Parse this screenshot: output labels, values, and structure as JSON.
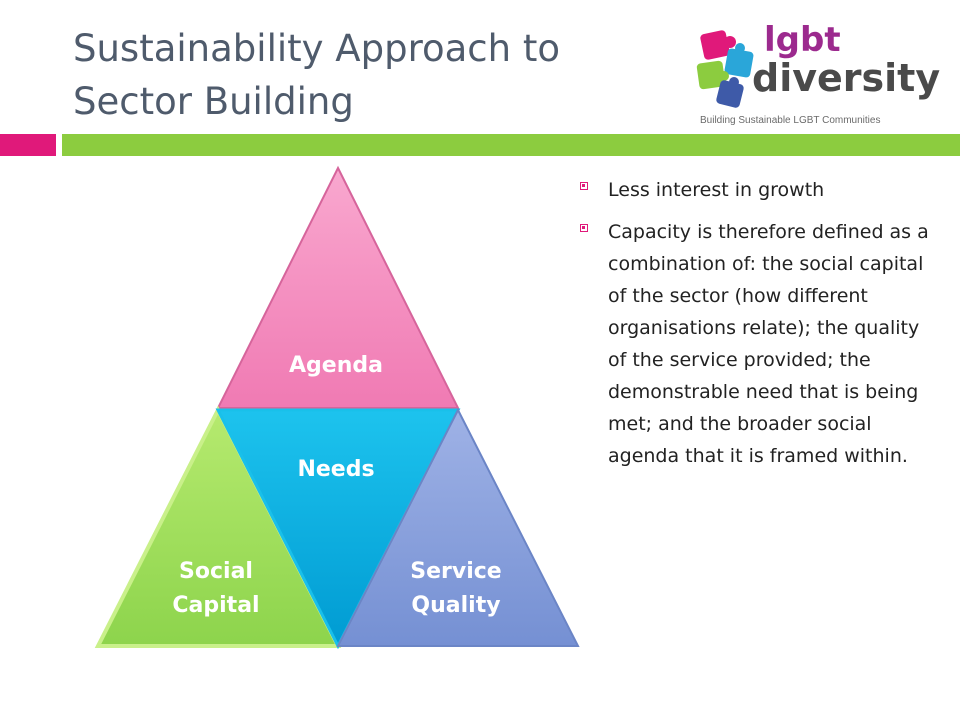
{
  "slide": {
    "title": "Sustainability Approach to Sector Building"
  },
  "logo": {
    "word1": "lgbt",
    "word2": "diversity",
    "tagline": "Building Sustainable LGBT Communities"
  },
  "diagram": {
    "top": "Agenda",
    "center": "Needs",
    "left_line1": "Social",
    "left_line2": "Capital",
    "right_line1": "Service",
    "right_line2": "Quality",
    "colors": {
      "agenda": "#f47ab5",
      "needs": "#00b0e0",
      "social_capital": "#8fd652",
      "service_quality": "#7c97d6"
    }
  },
  "bullets": [
    "Less interest in growth",
    "Capacity is therefore defined as a combination of: the social capital of the sector (how different organisations relate); the quality of the service provided;  the demonstrable need that is being met; and the broader social agenda that it is framed within."
  ],
  "accents": {
    "pink": "#e0197a",
    "green": "#8ccc3f"
  }
}
